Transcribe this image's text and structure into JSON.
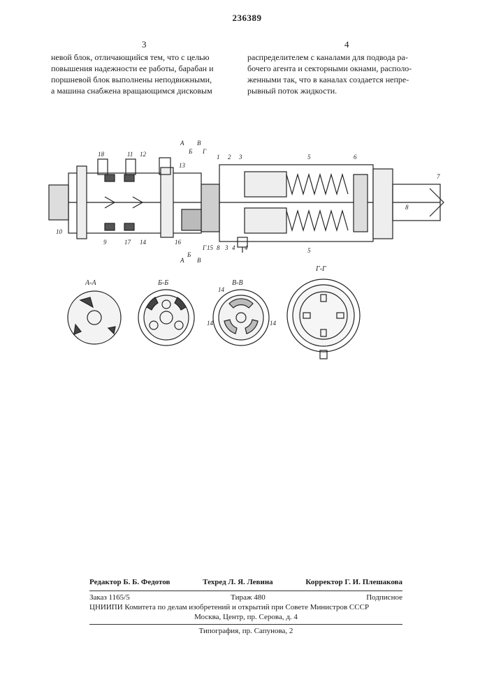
{
  "header": {
    "patent_number": "236389",
    "col_left_number": "3",
    "col_right_number": "4"
  },
  "body": {
    "left_lines": [
      "невой блок, отличающийся тем, что с целью",
      "повышения надежности ее работы, барабан и",
      "поршневой блок выполнены неподвижными,",
      "а машина снабжена вращающимся дисковым"
    ],
    "right_lines": [
      "распределителем с каналами для подвода ра-",
      "бочего агента и секторными окнами, располо-",
      "женными так, что в каналах создается непре-",
      "рывный поток жидкости."
    ]
  },
  "figure": {
    "part_labels": [
      "18",
      "11",
      "12",
      "13",
      "1",
      "2",
      "3",
      "6",
      "5",
      "8",
      "7",
      "10",
      "9",
      "17",
      "14",
      "16",
      "15",
      "8",
      "3",
      "4",
      "4",
      "5"
    ],
    "section_marks": [
      "А",
      "В",
      "Б",
      "Г",
      "Б",
      "Г",
      "А",
      "В"
    ],
    "section_titles": [
      "А-А",
      "Б-Б",
      "В-В",
      "Г-Г"
    ],
    "section_labels_vv": [
      "14",
      "14",
      "14"
    ]
  },
  "footer": {
    "editor": "Редактор Б. Б. Федотов",
    "techred": "Техред Л. Я. Левина",
    "corrector": "Корректор Г. И. Плешакова",
    "order": "Заказ 1165/5",
    "circulation": "Тираж 480",
    "subscription": "Подписное",
    "institute": "ЦНИИПИ Комитета по делам изобретений и открытий при Совете Министров СССР",
    "address": "Москва, Центр, пр. Серова, д. 4",
    "printing": "Типография, пр. Сапунова, 2"
  }
}
